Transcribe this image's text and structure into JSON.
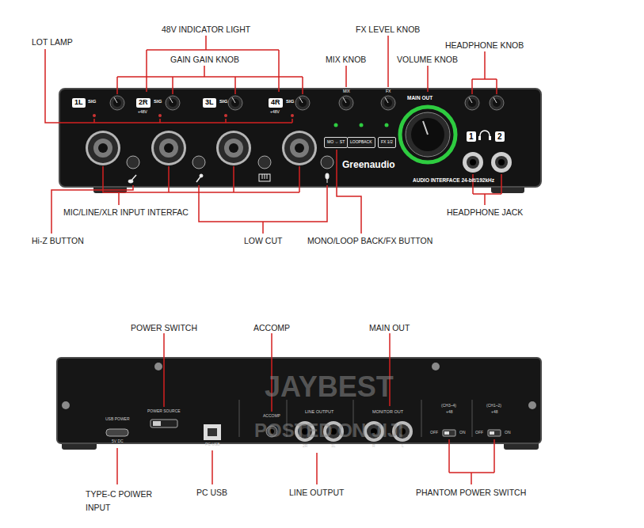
{
  "diagram": {
    "nodes": [
      {
        "text": [
          "1L"
        ]
      },
      {
        "text": [
          "2R"
        ]
      },
      {
        "text": [
          "3L"
        ]
      },
      {
        "text": [
          "4R"
        ]
      },
      {
        "text": [
          "MO ⇔ ST"
        ]
      },
      {
        "text": [
          "LOOPBACK"
        ]
      },
      {
        "text": [
          "FX 1/2"
        ]
      },
      {
        "text": [
          "1"
        ]
      },
      {
        "text": [
          "2"
        ]
      }
    ],
    "labels": [
      "LOT LAMP",
      "48V INDICATOR LIGHT",
      "GAIN GAIN KNOB",
      "FX LEVEL KNOB",
      "MIX KNOB",
      "HEADPHONE KNOB",
      "VOLUME KNOB",
      "SIG",
      "+48V",
      "SIG",
      "SIG",
      "+48V",
      "SIG",
      "MIX",
      "FX",
      "MAIN OUT",
      "Greenaudio",
      "AUDIO INTERFACE 24-bit/192kHz",
      "MIC/LINE/XLR INPUT INTERFAC",
      "HEADPHONE JACK",
      "Hi-Z BUTTON",
      "LOW CUT",
      "MONO/LOOP BACK/FX BUTTON",
      "POWER SWITCH",
      "ACCOMP",
      "MAIN OUT",
      "USB POWER",
      "POWER SOURCE",
      "ACCOMP",
      "LINE OUTPUT",
      "MONITOR OUT",
      "(CH3~4)",
      "+48",
      "(CH1~2)",
      "+48",
      "5V DC",
      "PC USB",
      "2R",
      "1L",
      "R",
      "L",
      "OFF",
      "ON",
      "OFF",
      "ON",
      "TYPE-C POIWER INPUT",
      "PC USB",
      "LINE OUTPUT",
      "PHANTOM POWER SWITCH",
      "JAYBEST",
      "POSTED ON JIJI"
    ]
  }
}
